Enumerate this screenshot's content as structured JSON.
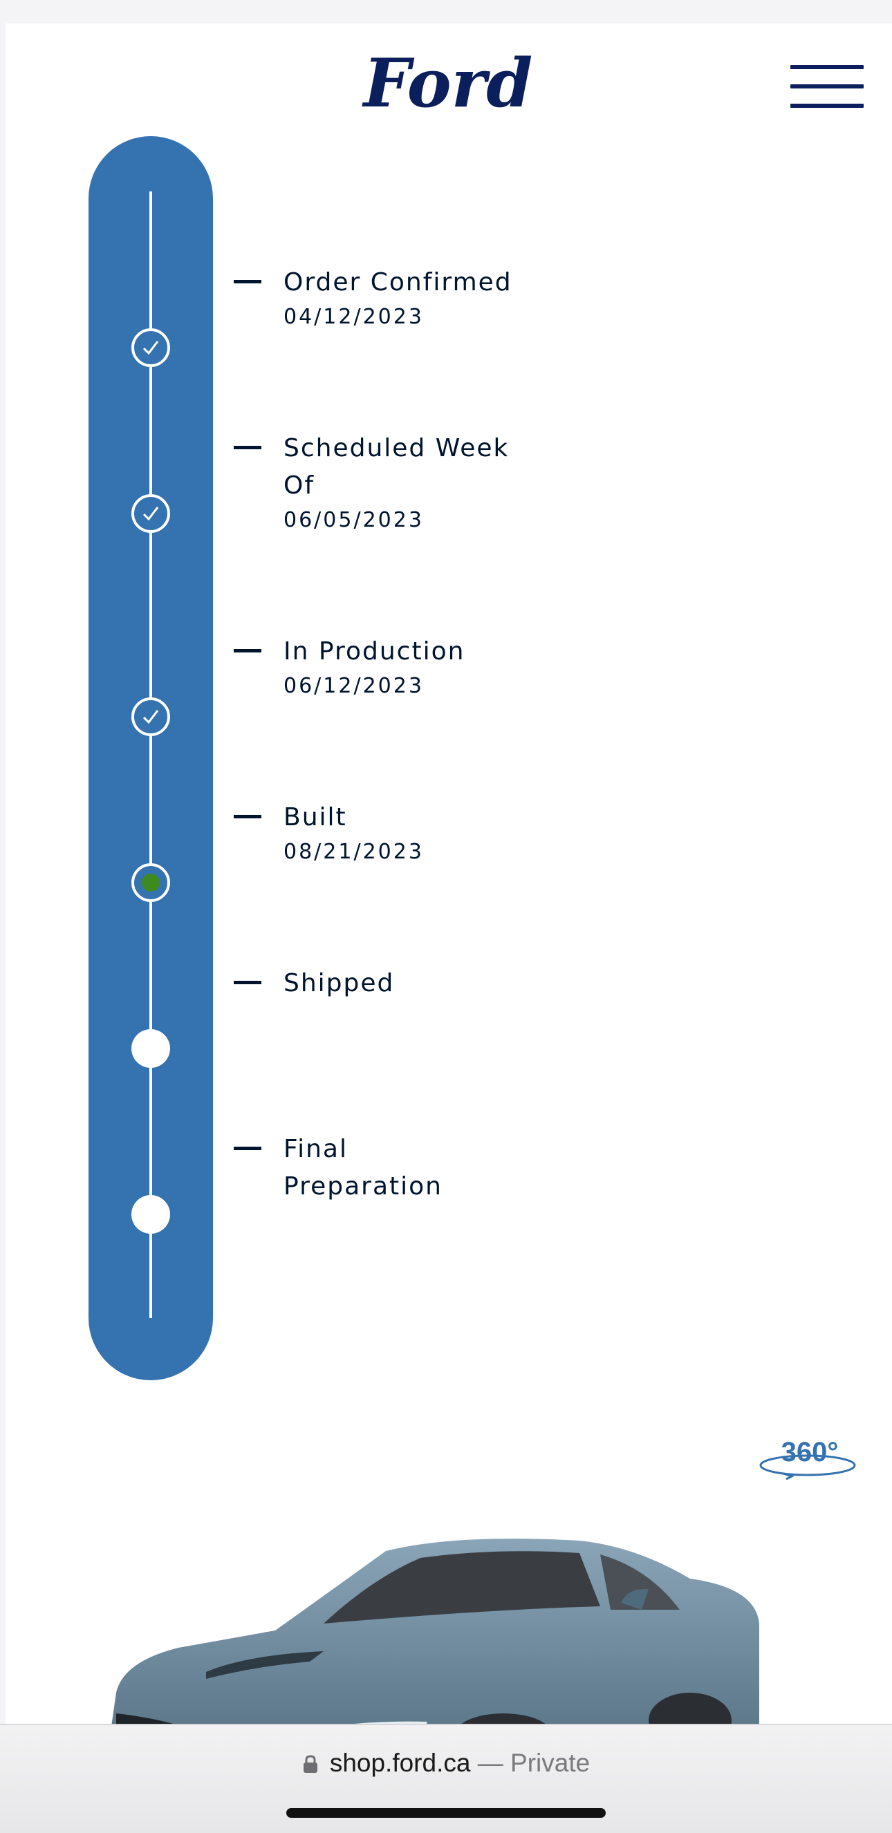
{
  "header": {
    "logo_text": "Ford",
    "menu_icon": "hamburger-menu-icon"
  },
  "timeline": {
    "steps": [
      {
        "label": "Order Confirmed",
        "date": "04/12/2023",
        "status": "complete"
      },
      {
        "label": "Scheduled Week Of",
        "date": "06/05/2023",
        "status": "complete"
      },
      {
        "label": "In Production",
        "date": "06/12/2023",
        "status": "complete"
      },
      {
        "label": "Built",
        "date": "08/21/2023",
        "status": "current"
      },
      {
        "label": "Shipped",
        "date": "",
        "status": "pending"
      },
      {
        "label": "Final Preparation",
        "date": "",
        "status": "pending"
      }
    ]
  },
  "viewer": {
    "badge_text": "360°",
    "vehicle_image": "mustang-car-image"
  },
  "browser": {
    "domain": "shop.ford.ca",
    "separator": " — ",
    "mode": "Private"
  },
  "colors": {
    "rail": "#3572b0",
    "brand_navy": "#0b1f5c",
    "current_dot": "#3d8a1e"
  }
}
